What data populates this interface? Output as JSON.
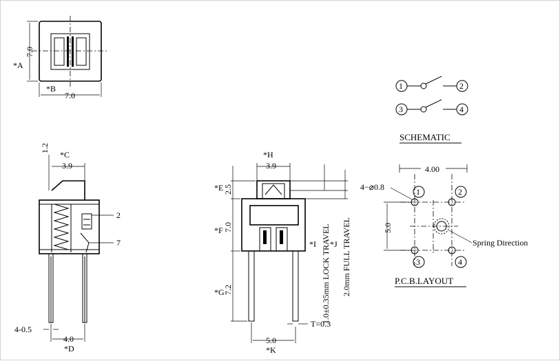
{
  "top_view": {
    "dim_a": "*A",
    "dim_a_value": "7.0",
    "dim_b": "*B",
    "dim_b_value": "7.0"
  },
  "side_view": {
    "dim_top": "1.2",
    "dim_c": "*C",
    "dim_c_value": "3.9",
    "callout_2": "2",
    "callout_7": "7",
    "dim_pin": "4-0.5",
    "dim_d_value": "4.0",
    "dim_d": "*D"
  },
  "front_view": {
    "dim_h": "*H",
    "dim_h_value": "3.9",
    "dim_e": "*E",
    "dim_e_value": "2.5",
    "dim_f": "*F",
    "dim_f_value": "7.0",
    "dim_g": "*G",
    "dim_g_value": "7.2",
    "dim_i": "*I",
    "dim_j": "*J",
    "lock_travel": "1.0±0.35mm LOCK TRAVEL",
    "full_travel": "2.0mm FULL TRAVEL",
    "dim_t": "T=0.3",
    "dim_k_value": "5.0",
    "dim_k": "*K"
  },
  "schematic": {
    "title": "SCHEMATIC",
    "pins": [
      "1",
      "2",
      "3",
      "4"
    ]
  },
  "pcb": {
    "title": "P.C.B.LAYOUT",
    "dim_h_value": "4.00",
    "hole_spec": "4−⌀0.8",
    "dim_v_value": "5.0",
    "spring_label": "Spring Direction",
    "pins": [
      "1",
      "2",
      "3",
      "4"
    ]
  }
}
